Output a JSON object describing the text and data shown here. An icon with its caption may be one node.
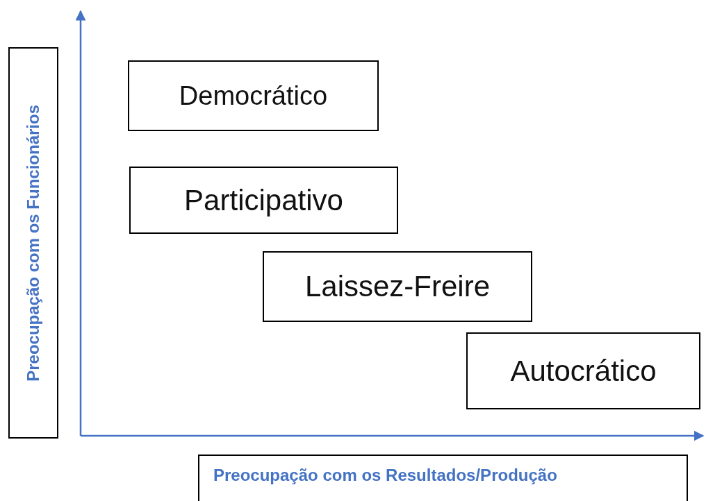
{
  "diagram": {
    "nodes": [
      {
        "text": [
          "Preocupação com os Funcionários"
        ]
      },
      {
        "text": [
          "Democrático"
        ]
      },
      {
        "text": [
          "Participativo"
        ]
      },
      {
        "text": [
          "Laissez-Freire"
        ]
      },
      {
        "text": [
          "Autocrático"
        ]
      },
      {
        "text": [
          "Preocupação com os Resultados/Produção"
        ]
      }
    ],
    "edges": []
  }
}
